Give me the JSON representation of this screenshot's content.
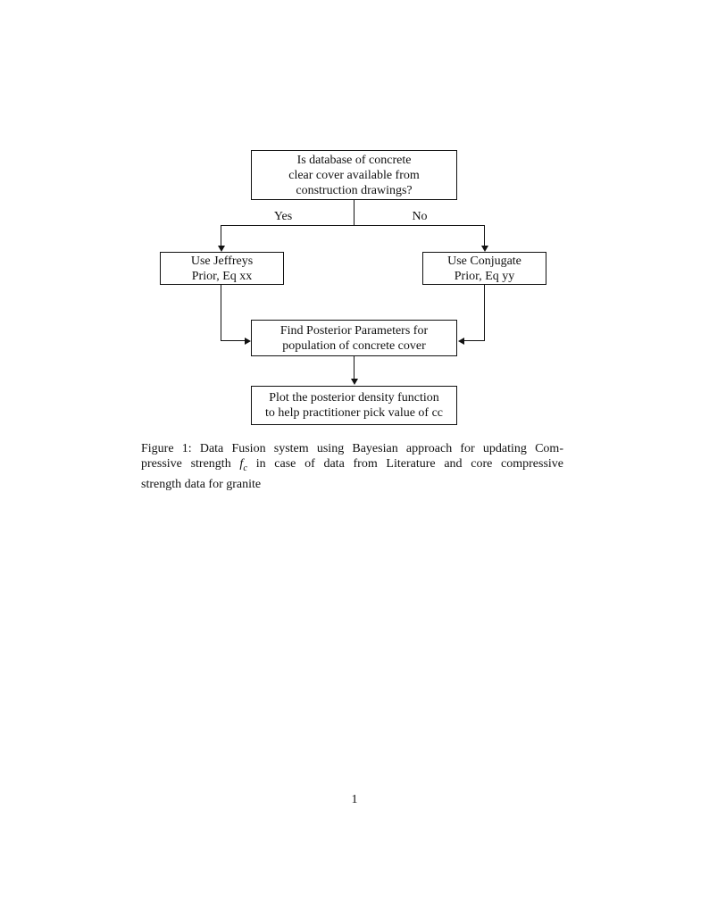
{
  "flowchart": {
    "nodes": {
      "decision": {
        "lines": [
          "Is database of concrete",
          "clear cover available from",
          "construction drawings?"
        ]
      },
      "jeffreys": {
        "lines": [
          "Use Jeffreys",
          "Prior, Eq xx"
        ]
      },
      "conjugate": {
        "lines": [
          "Use Conjugate",
          "Prior, Eq yy"
        ]
      },
      "posterior": {
        "lines": [
          "Find Posterior Parameters for",
          "population of concrete cover"
        ]
      },
      "plot": {
        "lines": [
          "Plot the posterior density function",
          "to help practitioner pick value of cc"
        ]
      }
    },
    "edge_labels": {
      "yes": "Yes",
      "no": "No"
    }
  },
  "caption": {
    "line1": "Figure 1: Data Fusion system using Bayesian approach for updating Com-",
    "line2_pre": "pressive strength",
    "math_base": "f",
    "math_sub": "c",
    "line2_post": "in case of data from Literature and core compressive",
    "line3": "strength data for granite"
  },
  "page": {
    "number": "1"
  },
  "colors": {
    "background": "#ffffff",
    "line": "#111111",
    "text": "#111111"
  }
}
